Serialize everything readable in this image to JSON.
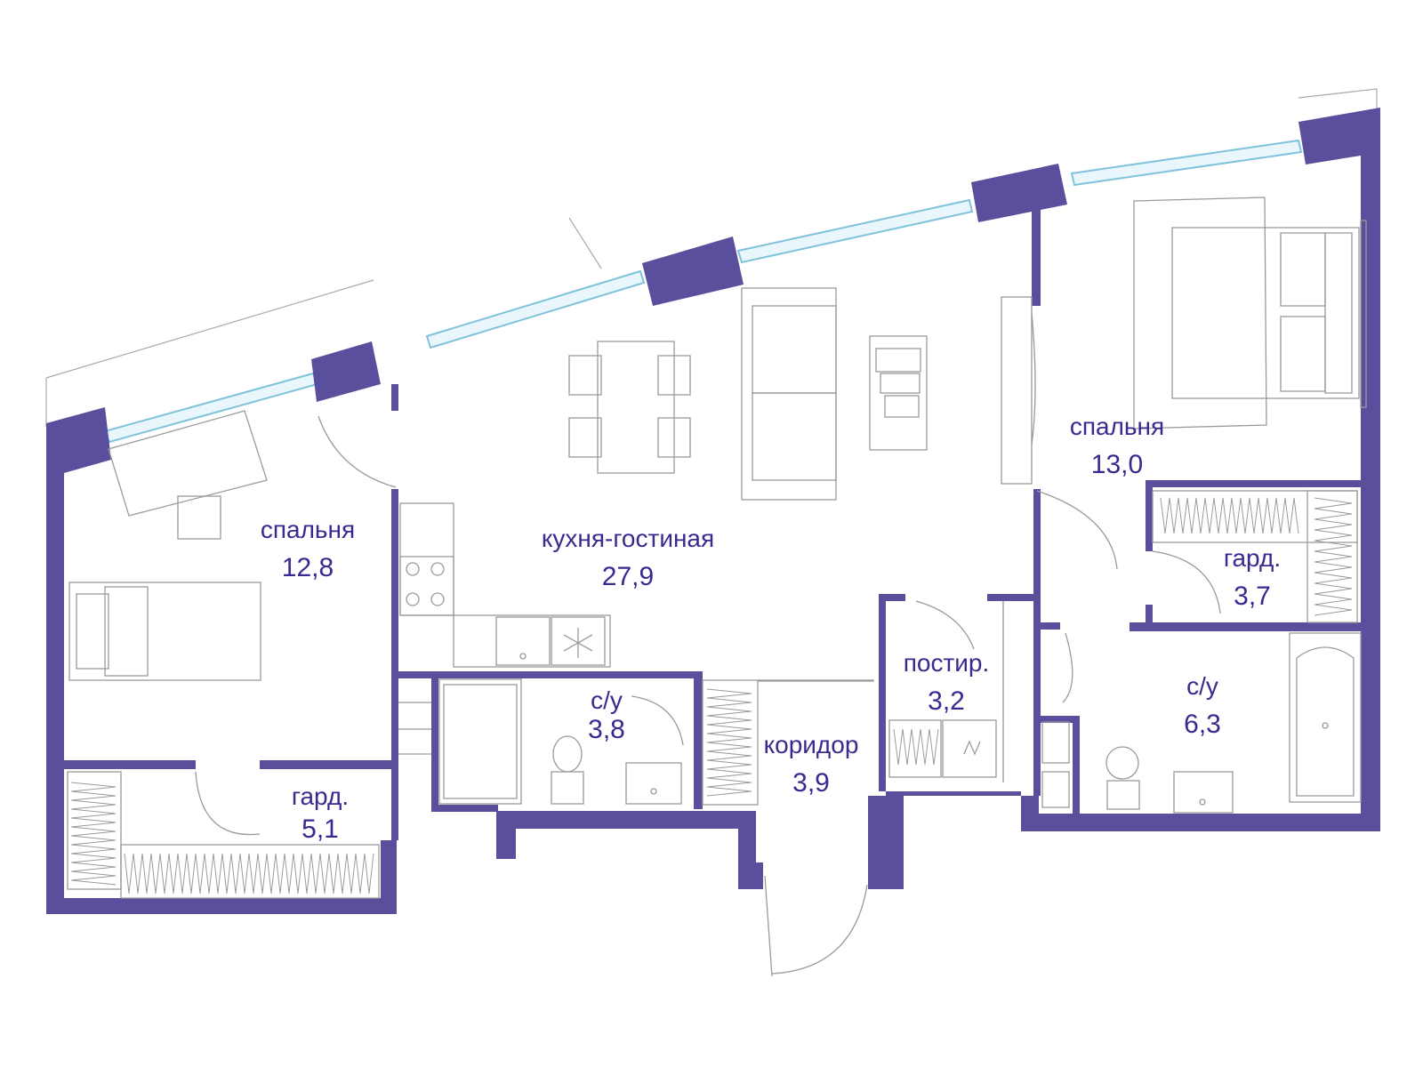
{
  "colors": {
    "wall": "#5a4f9c",
    "label": "#3a2a8f",
    "furniture": "#999999",
    "glass": "#9fd4e8"
  },
  "rooms": {
    "bedroom_left": {
      "name": "спальня",
      "area": "12,8"
    },
    "kitchen_living": {
      "name": "кухня-гостиная",
      "area": "27,9"
    },
    "bedroom_right": {
      "name": "спальня",
      "area": "13,0"
    },
    "wardrobe_right": {
      "name": "гард.",
      "area": "3,7"
    },
    "laundry": {
      "name": "постир.",
      "area": "3,2"
    },
    "bath_right": {
      "name": "с/у",
      "area": "6,3"
    },
    "bath_center": {
      "name": "с/у",
      "area": "3,8"
    },
    "corridor": {
      "name": "коридор",
      "area": "3,9"
    },
    "wardrobe_left": {
      "name": "гард.",
      "area": "5,1"
    }
  }
}
